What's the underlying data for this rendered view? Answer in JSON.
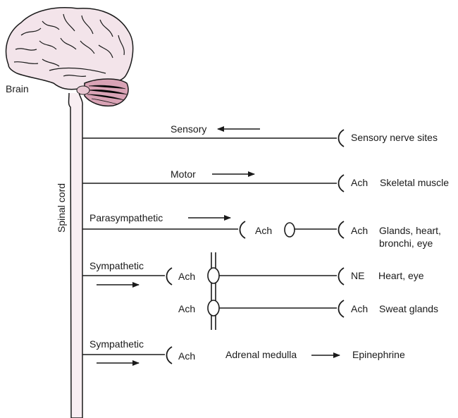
{
  "title_labels": {
    "brain": "Brain",
    "spinal_cord": "Spinal cord"
  },
  "colors": {
    "brain_fill": "#f3e4ea",
    "cerebellum_fill": "#d9a3b5",
    "line": "#1a1a1a"
  },
  "pathways": [
    {
      "id": "sensory",
      "label": "Sensory",
      "direction": "toward-cord",
      "target_transmitter": "",
      "target": "Sensory nerve sites"
    },
    {
      "id": "motor",
      "label": "Motor",
      "direction": "away-from-cord",
      "target_transmitter": "Ach",
      "target": "Skeletal muscle"
    },
    {
      "id": "parasympathetic",
      "label": "Parasympathetic",
      "direction": "away-from-cord",
      "ganglion_transmitter": "Ach",
      "target_transmitter": "Ach",
      "target_line1": "Glands, heart,",
      "target_line2": "bronchi, eye"
    },
    {
      "id": "sympathetic-1",
      "label": "Sympathetic",
      "direction": "away-from-cord",
      "ganglion_transmitter": "Ach",
      "branches": [
        {
          "ganglion_transmitter": "Ach",
          "target_transmitter": "NE",
          "target": "Heart, eye"
        },
        {
          "ganglion_transmitter": "Ach",
          "target_transmitter": "Ach",
          "target": "Sweat glands"
        }
      ]
    },
    {
      "id": "sympathetic-2",
      "label": "Sympathetic",
      "direction": "away-from-cord",
      "ganglion_transmitter": "Ach",
      "organ": "Adrenal medulla",
      "product": "Epinephrine"
    }
  ]
}
